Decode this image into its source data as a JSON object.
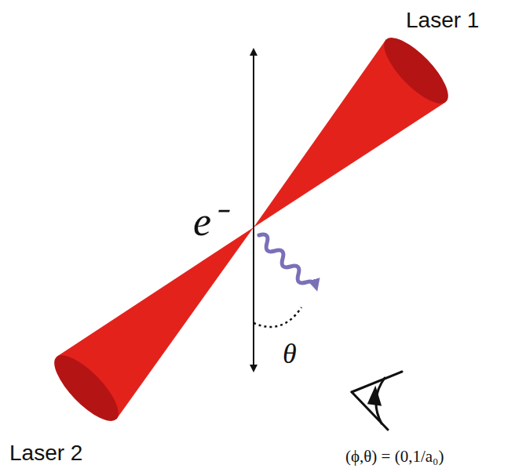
{
  "diagram": {
    "labels": [
      "Laser 1",
      "Laser 2",
      "e⁻",
      "θ",
      "(ϕ,θ) = (0,1/a₀)"
    ]
  }
}
